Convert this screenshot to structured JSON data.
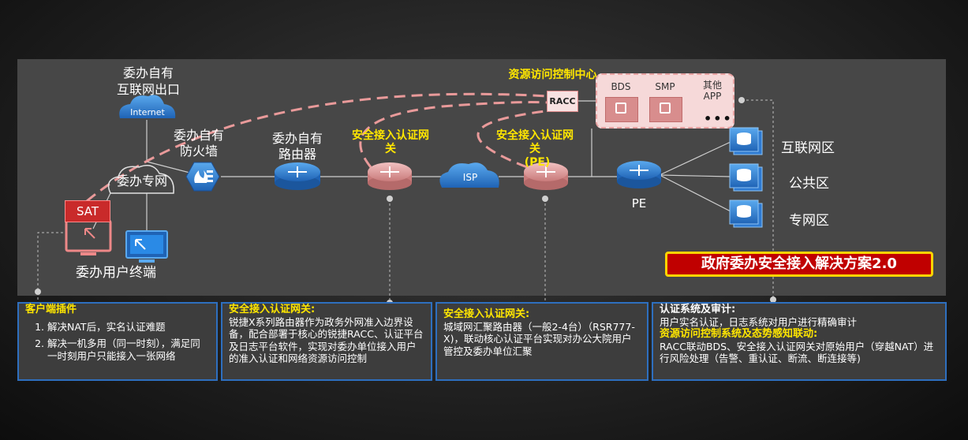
{
  "diagram": {
    "nodes": {
      "internet_label": "委办自有\n互联网出口",
      "internet_cloud": "Internet",
      "firewall": "委办自有\n防火墙",
      "private_net": "委办专网",
      "router": "委办自有\n路由器",
      "gateway1": "安全接入认证网\n关",
      "gateway1_tag": "",
      "isp": "ISP",
      "gateway2": "安全接入认证网\n关",
      "gateway2_tag": "(PE)",
      "pe": "PE",
      "access_center": "资源访问控制中心",
      "racc": "RACC",
      "bds": "BDS",
      "smp": "SMP",
      "other_app": "其他\nAPP",
      "dots": "•••",
      "sat": "SAT",
      "user_terminal": "委办用户终端"
    },
    "zones": [
      "互联网区",
      "公共区",
      "专网区"
    ],
    "title": "政府委办安全接入解决方案2.0",
    "colors": {
      "accent_blue": "#2e6fbf",
      "highlight": "#ffe600",
      "dash_pink": "#e99a9a",
      "title_red": "#c00000"
    }
  },
  "panels": [
    {
      "heading": "客户端插件",
      "items": [
        "解决NAT后，实名认证难题",
        "解决一机多用（同一时刻），满足同一时刻用户只能接入一张网络"
      ]
    },
    {
      "heading": "安全接入认证网关:",
      "body": "锐捷X系列路由器作为政务外网准入边界设备，配合部署于核心的锐捷RACC、认证平台及日志平台软件，实现对委办单位接入用户的准入认证和网络资源访问控制"
    },
    {
      "heading": "安全接入认证网关:",
      "body": "城域网汇聚路由器（一般2-4台）（RSR777-X)，联动核心认证平台实现对办公大院用户管控及委办单位汇聚"
    },
    {
      "heading": "认证系统及审计:",
      "body1": "用户实名认证，日志系统对用户进行精确审计",
      "heading2": "资源访问控制系统及态势感知联动:",
      "body2": "RACC联动BDS、安全接入认证网关对原始用户（穿越NAT）进行风险处理（告警、重认证、断流、断连接等)"
    }
  ]
}
